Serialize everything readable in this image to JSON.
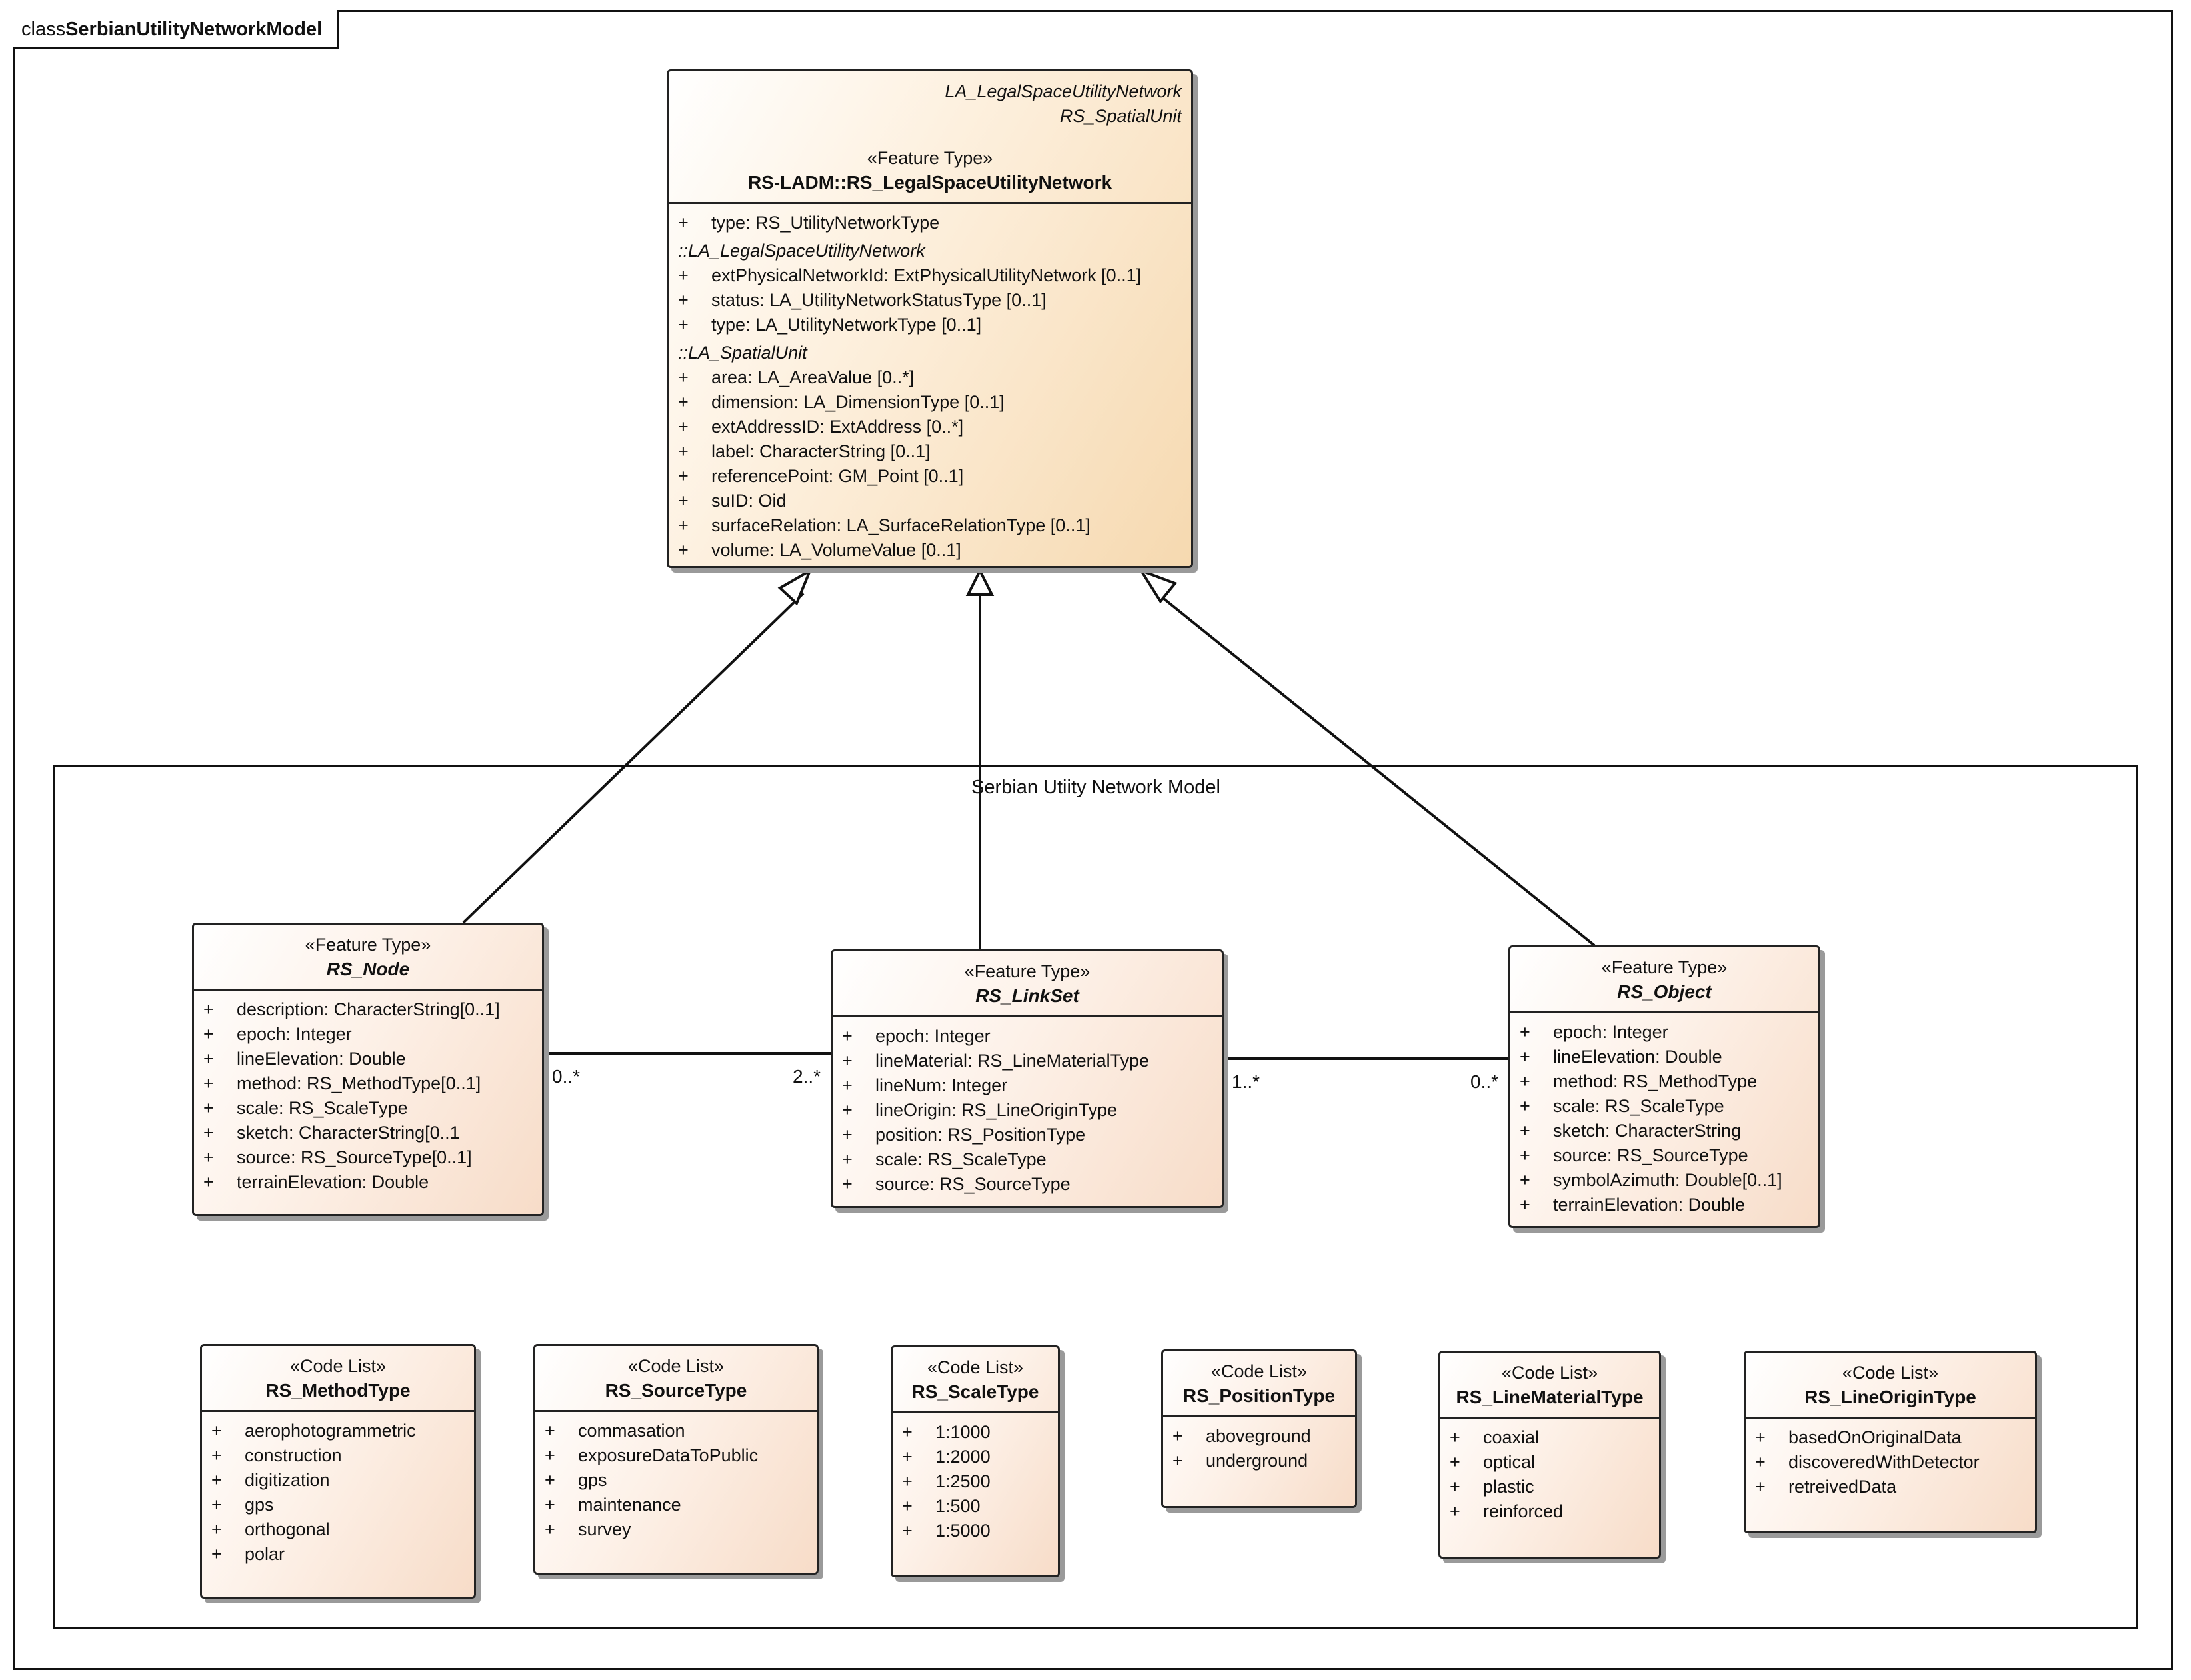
{
  "frame": {
    "keyword": "class",
    "name": "SerbianUtilityNetworkModel"
  },
  "package": {
    "title": "Serbian Utiity Network Model"
  },
  "main_class": {
    "parents": [
      "LA_LegalSpaceUtilityNetwork",
      "RS_SpatialUnit"
    ],
    "stereotype": "«Feature Type»",
    "name": "RS-LADM::RS_LegalSpaceUtilityNetwork",
    "attributes": [
      "type: RS_UtilityNetworkType"
    ],
    "inherited": [
      {
        "section": "::LA_LegalSpaceUtilityNetwork",
        "attributes": [
          "extPhysicalNetworkId: ExtPhysicalUtilityNetwork [0..1]",
          "status: LA_UtilityNetworkStatusType [0..1]",
          "type: LA_UtilityNetworkType [0..1]"
        ]
      },
      {
        "section": "::LA_SpatialUnit",
        "attributes": [
          "area: LA_AreaValue [0..*]",
          "dimension: LA_DimensionType [0..1]",
          "extAddressID: ExtAddress [0..*]",
          "label: CharacterString [0..1]",
          "referencePoint: GM_Point [0..1]",
          "suID: Oid",
          "surfaceRelation: LA_SurfaceRelationType [0..1]",
          "volume: LA_VolumeValue [0..1]"
        ]
      }
    ]
  },
  "feature_classes": [
    {
      "stereotype": "«Feature Type»",
      "name": "RS_Node",
      "attributes": [
        "description: CharacterString[0..1]",
        "epoch: Integer",
        "lineElevation: Double",
        "method: RS_MethodType[0..1]",
        "scale: RS_ScaleType",
        "sketch: CharacterString[0..1",
        "source: RS_SourceType[0..1]",
        "terrainElevation: Double"
      ]
    },
    {
      "stereotype": "«Feature Type»",
      "name": "RS_LinkSet",
      "attributes": [
        "epoch: Integer",
        "lineMaterial: RS_LineMaterialType",
        "lineNum: Integer",
        "lineOrigin: RS_LineOriginType",
        "position: RS_PositionType",
        "scale: RS_ScaleType",
        "source: RS_SourceType"
      ]
    },
    {
      "stereotype": "«Feature Type»",
      "name": "RS_Object",
      "attributes": [
        "epoch: Integer",
        "lineElevation: Double",
        "method: RS_MethodType",
        "scale: RS_ScaleType",
        "sketch: CharacterString",
        "source: RS_SourceType",
        "symbolAzimuth: Double[0..1]",
        "terrainElevation: Double"
      ]
    }
  ],
  "code_lists": [
    {
      "stereotype": "«Code List»",
      "name": "RS_MethodType",
      "values": [
        "aerophotogrammetric",
        "construction",
        "digitization",
        "gps",
        "orthogonal",
        "polar"
      ]
    },
    {
      "stereotype": "«Code List»",
      "name": "RS_SourceType",
      "values": [
        "commasation",
        "exposureDataToPublic",
        "gps",
        "maintenance",
        "survey"
      ]
    },
    {
      "stereotype": "«Code List»",
      "name": "RS_ScaleType",
      "values": [
        "1:1000",
        "1:2000",
        "1:2500",
        "1:500",
        "1:5000"
      ]
    },
    {
      "stereotype": "«Code List»",
      "name": "RS_PositionType",
      "values": [
        "aboveground",
        "underground"
      ]
    },
    {
      "stereotype": "«Code List»",
      "name": "RS_LineMaterialType",
      "values": [
        "coaxial",
        "optical",
        "plastic",
        "reinforced"
      ]
    },
    {
      "stereotype": "«Code List»",
      "name": "RS_LineOriginType",
      "values": [
        "basedOnOriginalData",
        "discoveredWithDetector",
        "retreivedData"
      ]
    }
  ],
  "visibility_symbol": "+",
  "associations": [
    {
      "from": "RS_Node",
      "to": "RS_LinkSet",
      "from_mult": "0..*",
      "to_mult": "2..*"
    },
    {
      "from": "RS_LinkSet",
      "to": "RS_Object",
      "from_mult": "1..*",
      "to_mult": "0..*"
    }
  ],
  "generalizations": [
    {
      "child": "RS_Node",
      "parent": "RS-LADM::RS_LegalSpaceUtilityNetwork"
    },
    {
      "child": "RS_LinkSet",
      "parent": "RS-LADM::RS_LegalSpaceUtilityNetwork"
    },
    {
      "child": "RS_Object",
      "parent": "RS-LADM::RS_LegalSpaceUtilityNetwork"
    }
  ]
}
